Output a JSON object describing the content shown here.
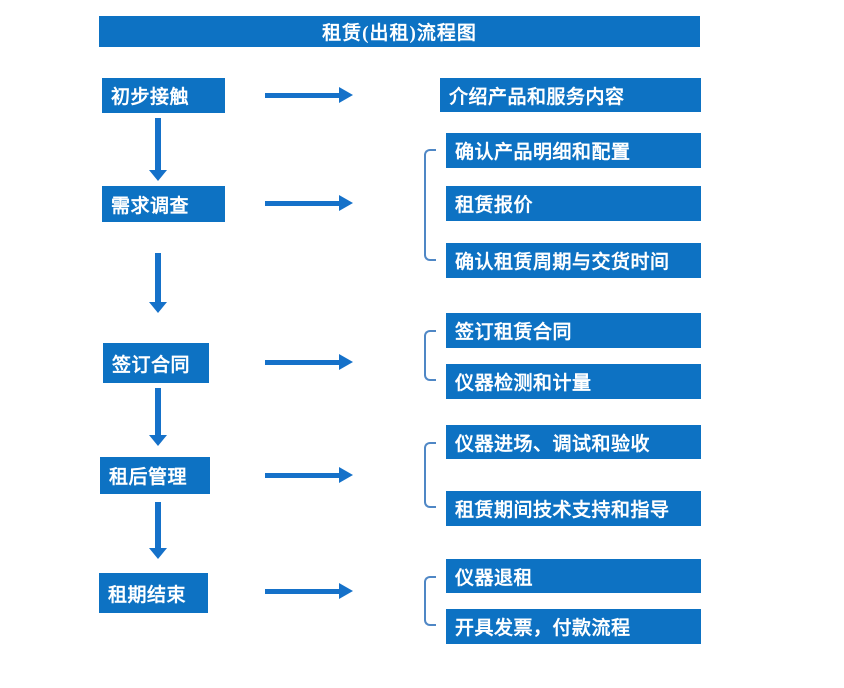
{
  "title": "租赁(出租)流程图",
  "colors": {
    "box_blue": "#0d72c3",
    "arrow_blue": "#1571c9",
    "bracket_blue": "#4f87c5",
    "text_white": "#ffffff",
    "background": "#ffffff"
  },
  "steps": [
    {
      "label": "初步接触",
      "details": [
        "介绍产品和服务内容"
      ]
    },
    {
      "label": "需求调查",
      "details": [
        "确认产品明细和配置",
        "租赁报价",
        "确认租赁周期与交货时间"
      ]
    },
    {
      "label": "签订合同",
      "details": [
        "签订租赁合同",
        "仪器检测和计量"
      ]
    },
    {
      "label": "租后管理",
      "details": [
        "仪器进场、调试和验收",
        "租赁期间技术支持和指导"
      ]
    },
    {
      "label": "租期结束",
      "details": [
        "仪器退租",
        "开具发票，付款流程"
      ]
    }
  ]
}
